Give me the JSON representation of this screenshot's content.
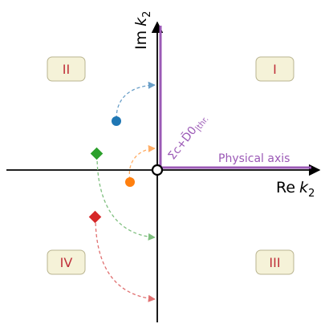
{
  "axes": {
    "x_label_prefix": "Re",
    "x_label_var": "k",
    "x_label_sub": "2",
    "y_label_prefix": "Im",
    "y_label_var": "k",
    "y_label_sub": "2"
  },
  "quadrants": {
    "q1": "I",
    "q2": "II",
    "q3": "III",
    "q4": "IV"
  },
  "physical_axis_label": "Physical axis",
  "threshold_label": {
    "main": "Σc+D̄0",
    "sub": "|thr."
  },
  "colors": {
    "physical": "#9b59b6",
    "blue": "#1f77b4",
    "orange": "#ff7f0e",
    "green": "#2ca02c",
    "red": "#d62728",
    "quadrant_box_fill": "#f5f2d8",
    "quadrant_text": "#c0303a"
  },
  "markers": [
    {
      "name": "blue-circle-marker",
      "shape": "circle",
      "color": "#1f77b4"
    },
    {
      "name": "orange-circle-marker",
      "shape": "circle",
      "color": "#ff7f0e"
    },
    {
      "name": "green-diamond-marker",
      "shape": "diamond",
      "color": "#2ca02c"
    },
    {
      "name": "red-diamond-marker",
      "shape": "diamond",
      "color": "#d62728"
    }
  ]
}
